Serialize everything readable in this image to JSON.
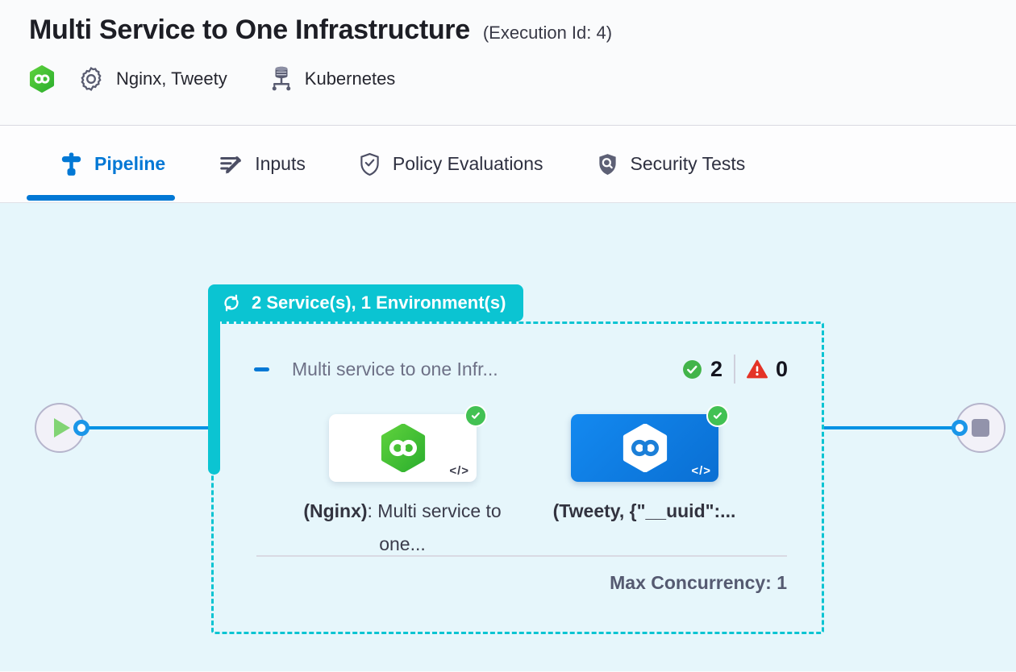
{
  "page": {
    "title": "Multi Service to One Infrastructure",
    "execution_id": "(Execution Id: 4)"
  },
  "meta": {
    "services": "Nginx, Tweety",
    "environment": "Kubernetes"
  },
  "tabs": [
    {
      "label": "Pipeline",
      "active": true
    },
    {
      "label": "Inputs",
      "active": false
    },
    {
      "label": "Policy Evaluations",
      "active": false
    },
    {
      "label": "Security Tests",
      "active": false
    }
  ],
  "stage": {
    "badge": "2 Service(s), 1 Environment(s)",
    "title": "Multi service to one Infr...",
    "success_count": "2",
    "error_count": "0",
    "code_glyph": "</>",
    "services": [
      {
        "bold": "(Nginx)",
        "rest": ": Multi service to one..."
      },
      {
        "bold": "(Tweety, {\"__uuid\":...",
        "rest": ""
      }
    ],
    "max_concurrency": "Max Concurrency: 1"
  },
  "colors": {
    "teal": "#0BC4D2",
    "tab_blue": "#0278D5",
    "connector_blue": "#0092E4",
    "canvas_bg": "#E6F6FB",
    "success_green": "#42C153",
    "error_red": "#E43326",
    "card_blue": "#0E7FE0",
    "harness_green": "#3FBE32"
  }
}
